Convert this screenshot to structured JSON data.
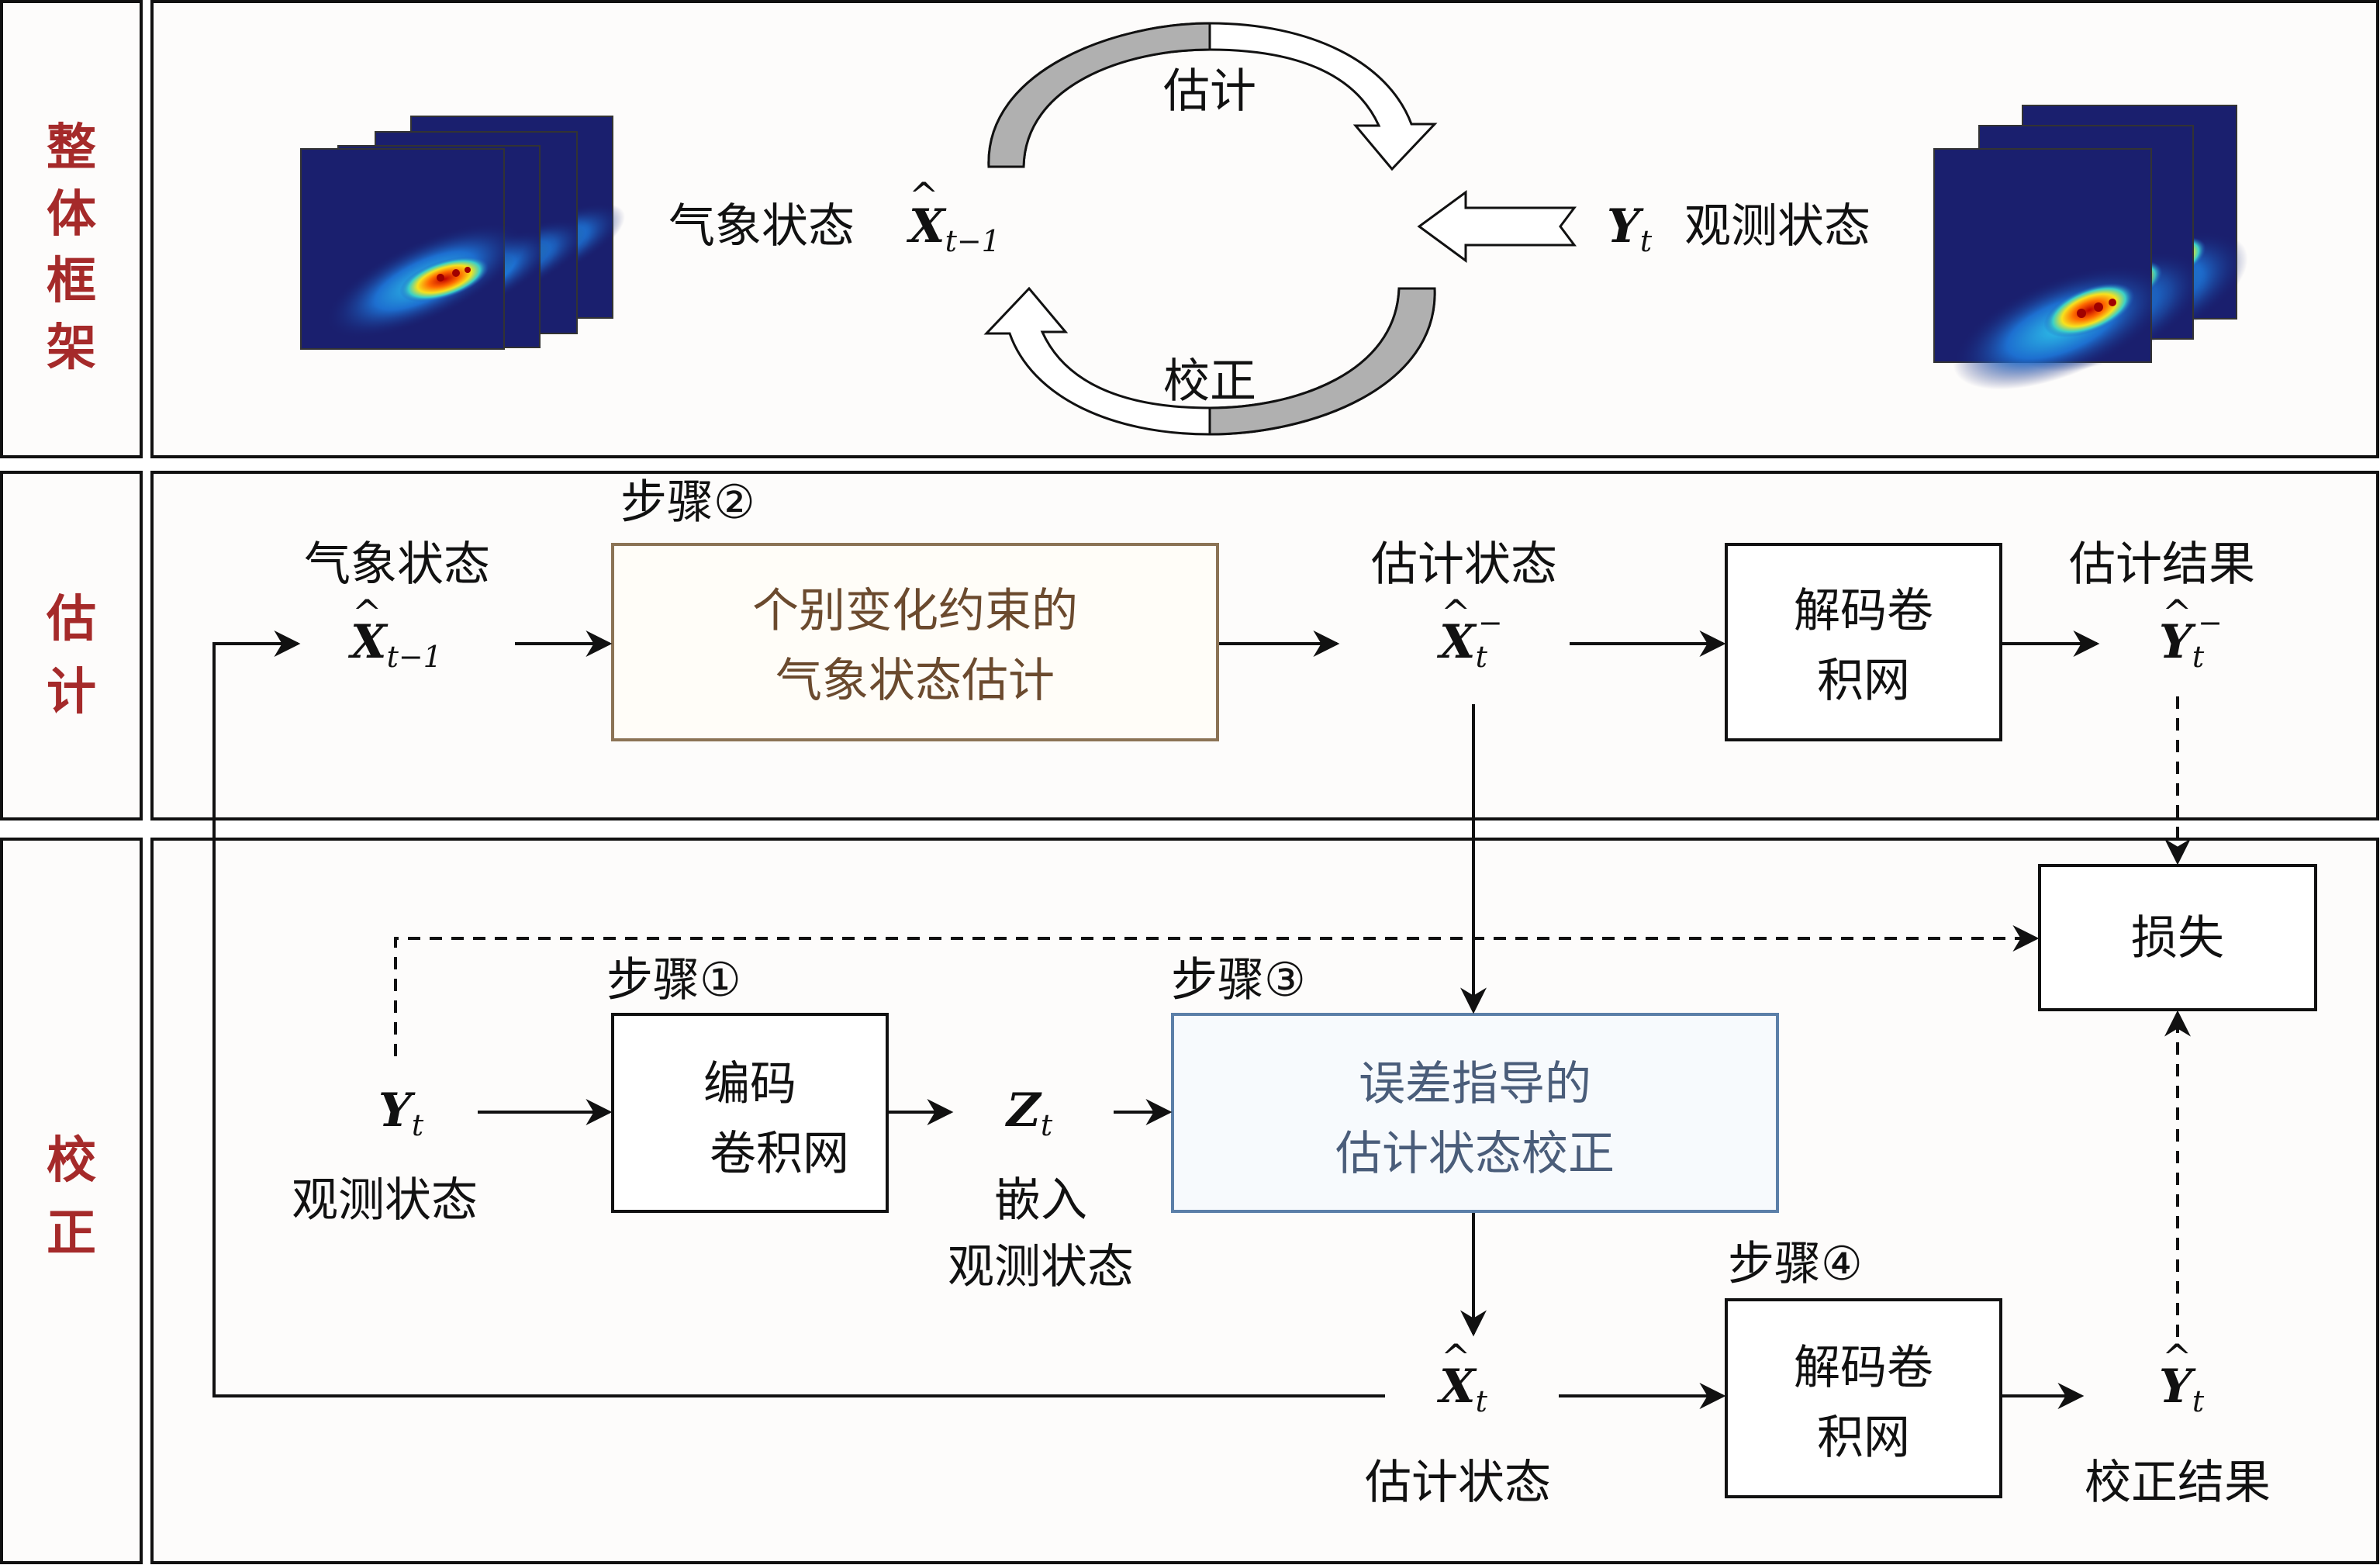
{
  "side_labels": {
    "overall": [
      "整",
      "体",
      "框",
      "架"
    ],
    "estimate": [
      "估",
      "计"
    ],
    "correct": [
      "校",
      "正"
    ]
  },
  "top": {
    "weather_state": "气象状态",
    "x_prev": "X",
    "x_prev_sub": "t−1",
    "estimate": "估计",
    "correct": "校正",
    "y_t": "Y",
    "y_t_sub": "t",
    "observed_state": "观测状态"
  },
  "estimate": {
    "input_label": "气象状态",
    "x_prev": "X",
    "x_prev_sub": "t−1",
    "step_label": "步骤②",
    "box_line1": "个别变化约束的",
    "box_line2": "气象状态估计",
    "est_state_label": "估计状态",
    "x_est": "X",
    "x_est_sub": "t",
    "x_est_sup": "−",
    "decoder_line1": "解码卷",
    "decoder_line2": "积网",
    "est_result_label": "估计结果",
    "y_est": "Y",
    "y_est_sub": "t",
    "y_est_sup": "−"
  },
  "correct": {
    "loss": "损失",
    "step1_label": "步骤①",
    "encoder_line1": "编码",
    "encoder_line2": "卷积网",
    "y_t": "Y",
    "y_t_sub": "t",
    "observed_state": "观测状态",
    "z_t": "Z",
    "z_t_sub": "t",
    "embed_line1": "嵌入",
    "embed_line2": "观测状态",
    "step3_label": "步骤③",
    "corr_box_line1": "误差指导的",
    "corr_box_line2": "估计状态校正",
    "x_t": "X",
    "x_t_sub": "t",
    "est_state_label": "估计状态",
    "step4_label": "步骤④",
    "decoder_line1": "解码卷",
    "decoder_line2": "积网",
    "y_hat": "Y",
    "y_hat_sub": "t",
    "corr_result_label": "校正结果"
  },
  "colors": {
    "side_label": "#a52a2a",
    "estimate_box_border": "#8b7355",
    "estimate_box_fill": "#fffdf8",
    "correction_box_border": "#5b7fa8",
    "correction_box_fill": "#f7fafd",
    "panel_fill": "#fdfcfb",
    "heatmap_background": "#1a1f6e"
  }
}
